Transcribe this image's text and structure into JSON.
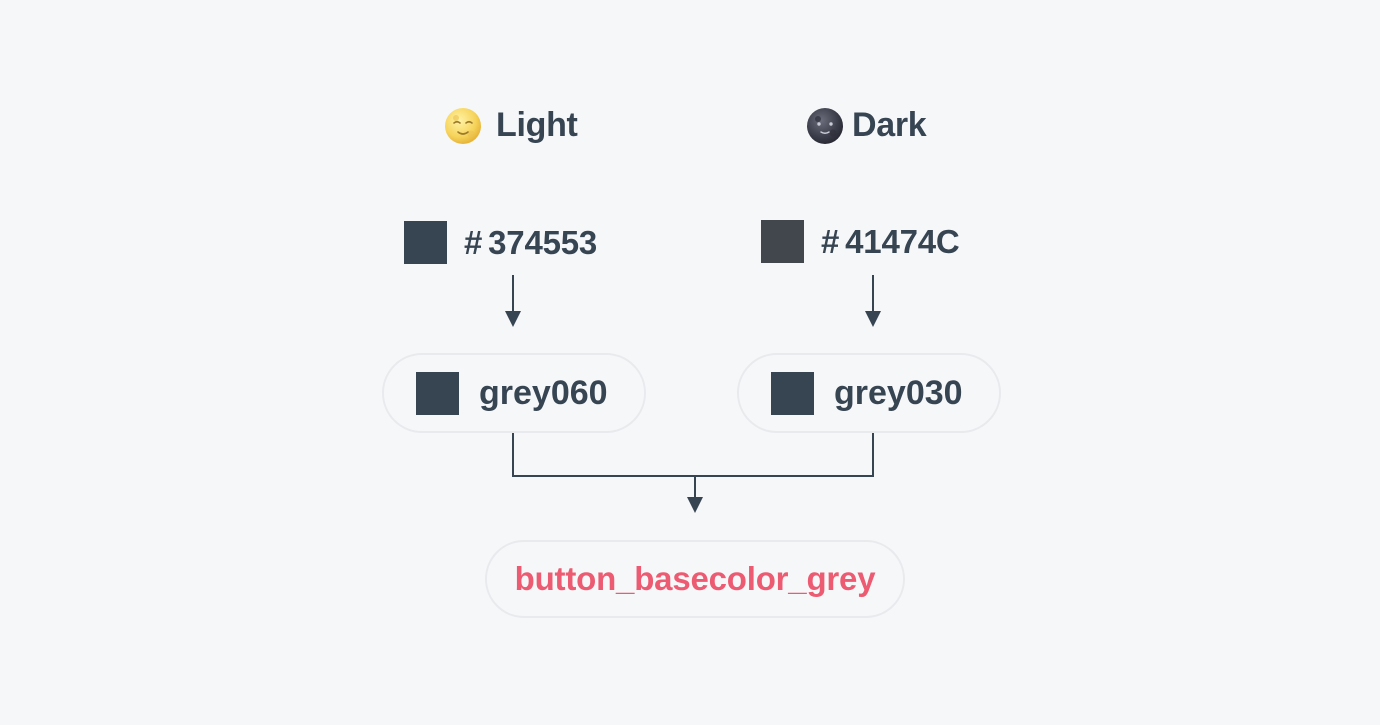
{
  "themes": {
    "light": {
      "label": "Light",
      "icon": "full-moon-face-icon",
      "hex_hash": "#",
      "hex_value": "374553",
      "hex_color": "#374553",
      "token": "grey060",
      "token_color": "#374553"
    },
    "dark": {
      "label": "Dark",
      "icon": "new-moon-face-icon",
      "hex_hash": "#",
      "hex_value": "41474C",
      "hex_color": "#41474C",
      "token": "grey030",
      "token_color": "#374553"
    }
  },
  "result": {
    "token": "button_basecolor_grey",
    "text_color": "#ec5b71"
  },
  "colors": {
    "background": "#f6f7f9",
    "line": "#374553",
    "pill_border": "#e8eaed"
  }
}
